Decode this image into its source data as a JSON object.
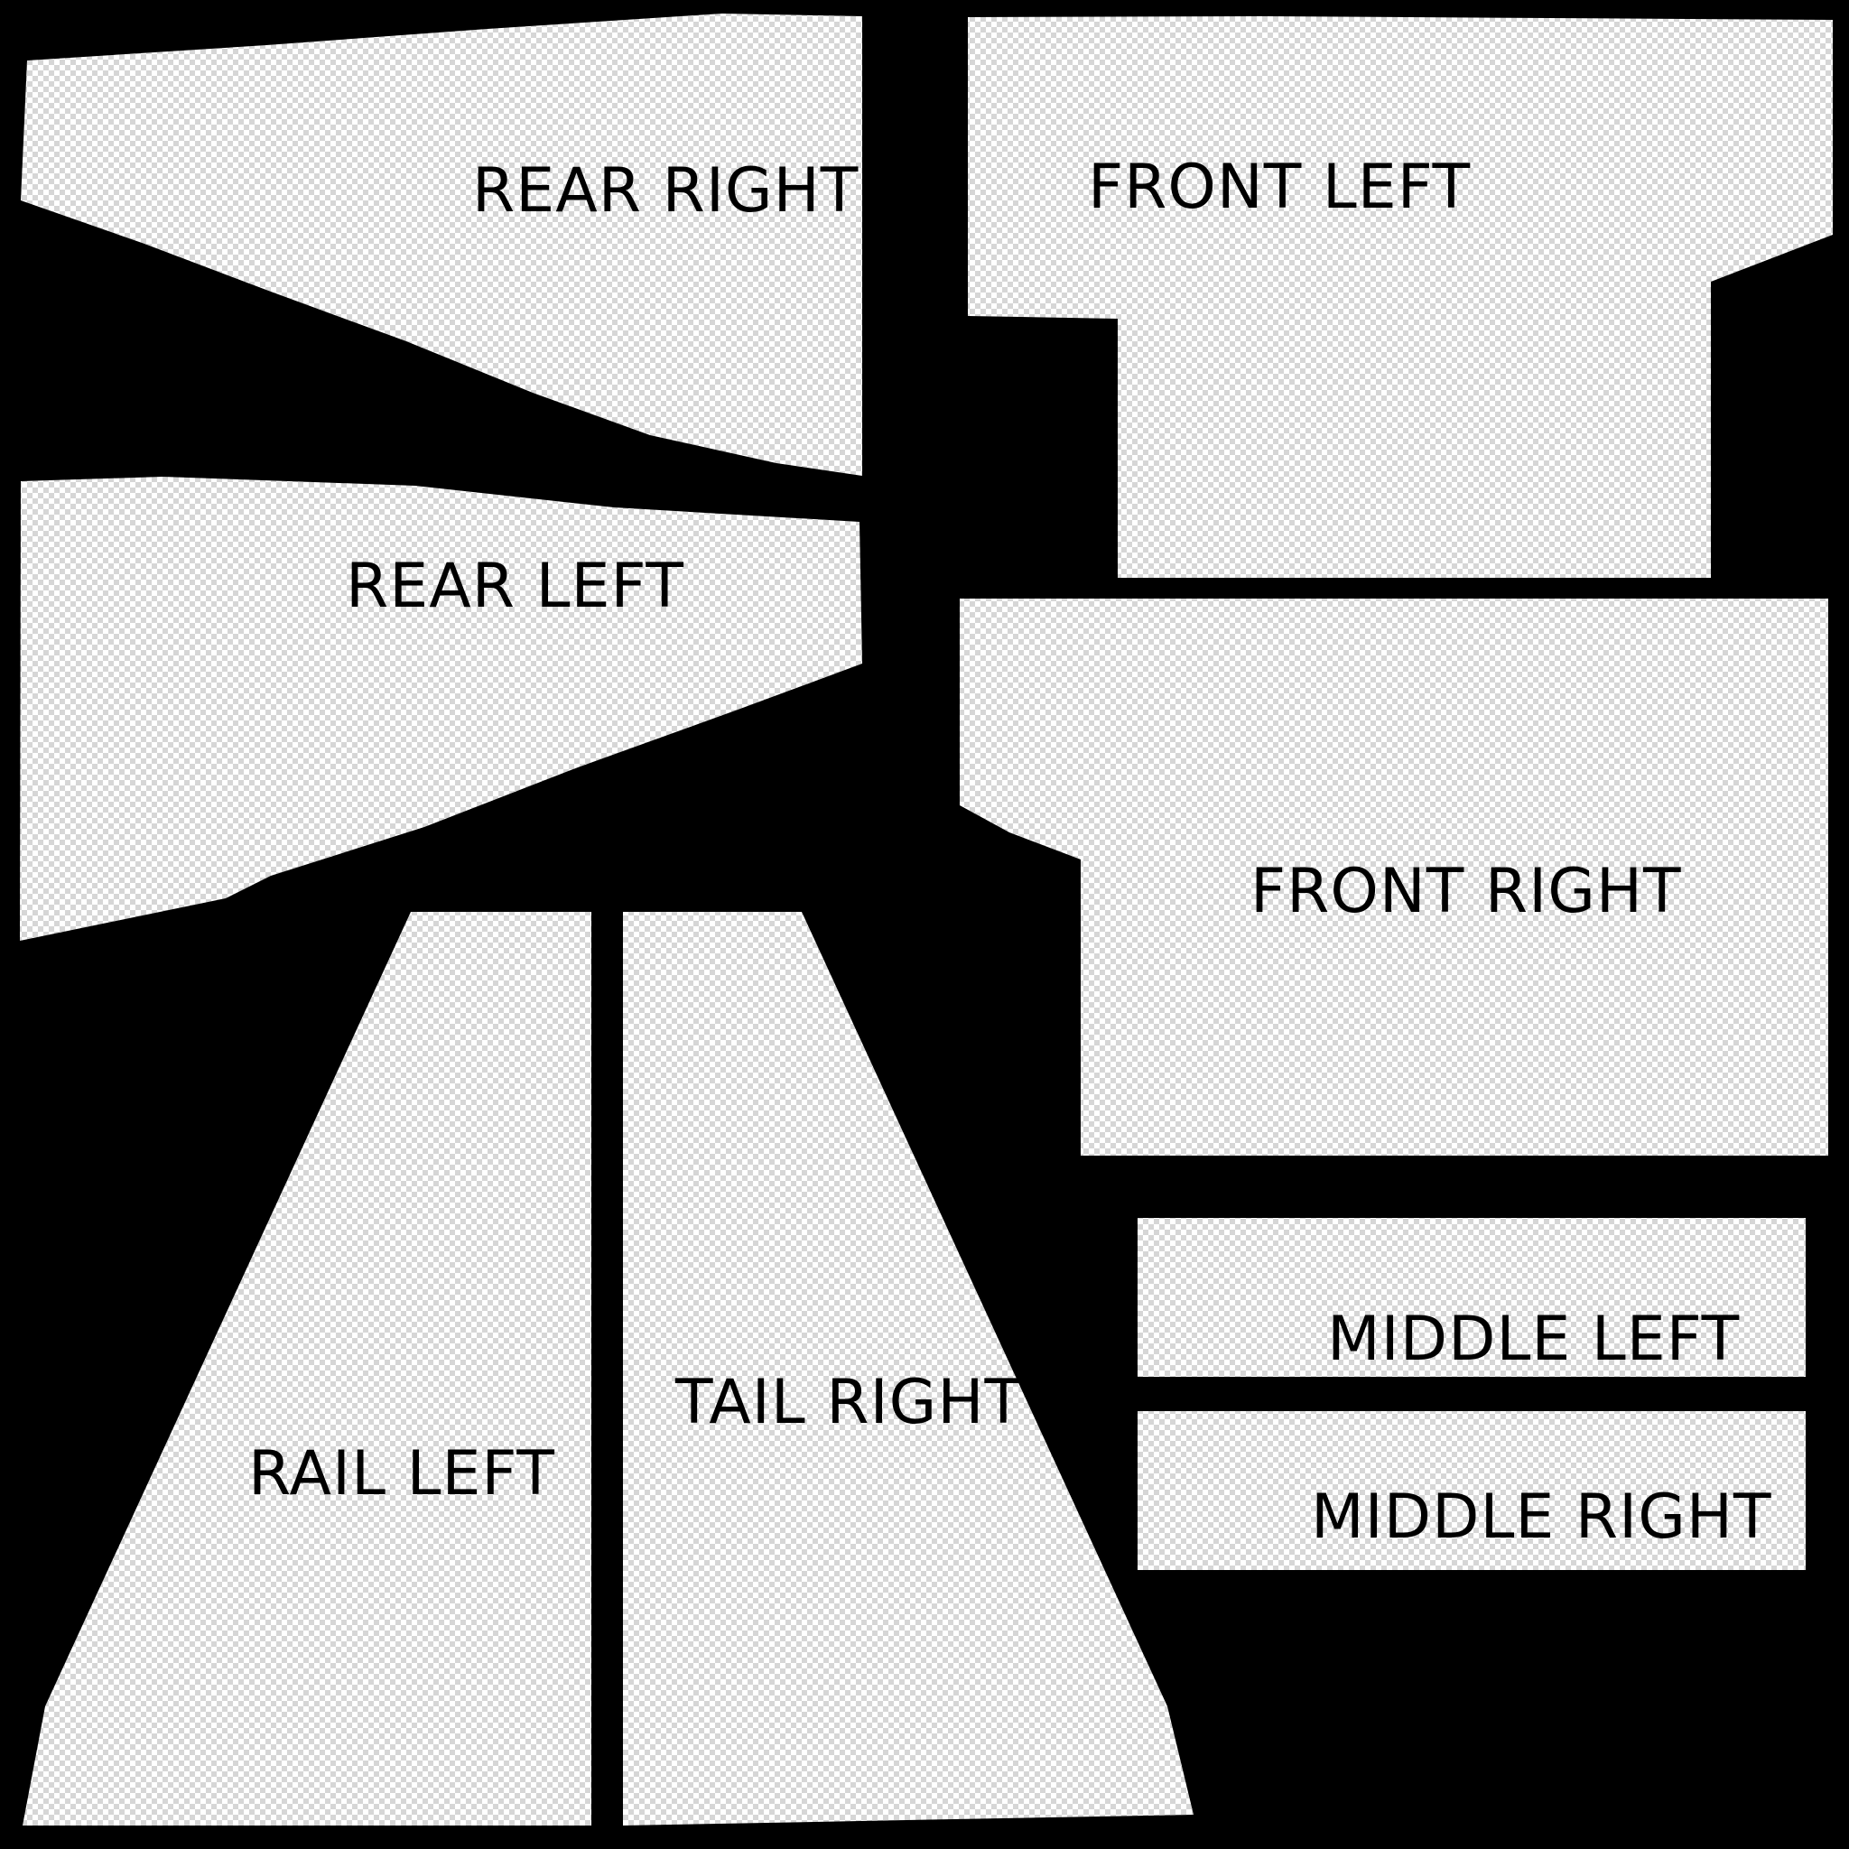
{
  "colors": {
    "background": "#000000",
    "checker_light": "#ffffff",
    "checker_dark": "#d6d6d6",
    "label": "#000000"
  },
  "panels": {
    "rear_right": {
      "label": "REAR RIGHT"
    },
    "front_left": {
      "label": "FRONT LEFT"
    },
    "rear_left": {
      "label": "REAR LEFT"
    },
    "front_right": {
      "label": "FRONT RIGHT"
    },
    "rail_left": {
      "label": "RAIL LEFT"
    },
    "tail_right": {
      "label": "TAIL RIGHT"
    },
    "middle_left": {
      "label": "MIDDLE LEFT"
    },
    "middle_right": {
      "label": "MIDDLE RIGHT"
    }
  }
}
